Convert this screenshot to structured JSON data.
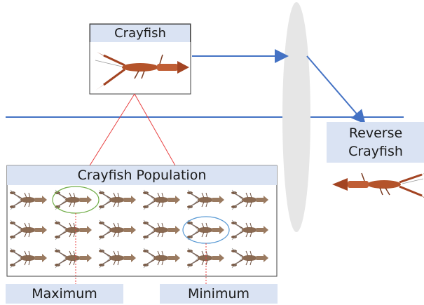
{
  "labels": {
    "crayfish": "Crayfish",
    "reverse_crayfish": "Reverse Crayfish",
    "population": "Crayfish Population",
    "maximum": "Maximum",
    "minimum": "Minimum"
  },
  "colors": {
    "label_fill": "#dae3f3",
    "arrow_blue": "#4472c4",
    "line_red": "#e84040",
    "max_circle": "#70ad47",
    "min_circle": "#5b9bd5",
    "lens": "#e6e6e6",
    "crayfish_body": "#b4532a",
    "small_crayfish": "#8a5a3a"
  },
  "population": {
    "rows": 3,
    "cols": 6
  },
  "icons": {
    "crayfish": "crayfish-icon",
    "lens": "lens-ellipse"
  }
}
